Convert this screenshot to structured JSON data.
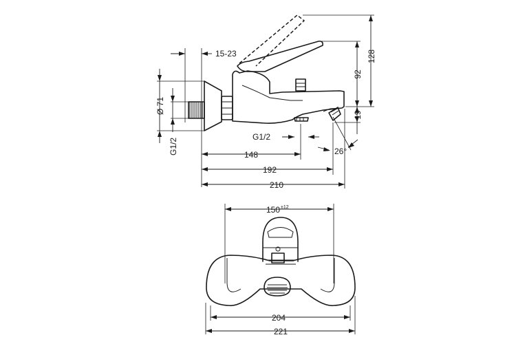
{
  "dimensions": {
    "d_15_23": "15-23",
    "d_128": "128",
    "d_92": "92",
    "d_19": "19",
    "d_diam71": "Ø 71",
    "d_g12_left": "G1/2",
    "d_g12_mid": "G1/2",
    "d_148": "148",
    "d_26": "26°",
    "d_192": "192",
    "d_210": "210",
    "d_150": "150",
    "d_150_tol": "±12",
    "d_204": "204",
    "d_221": "221"
  }
}
